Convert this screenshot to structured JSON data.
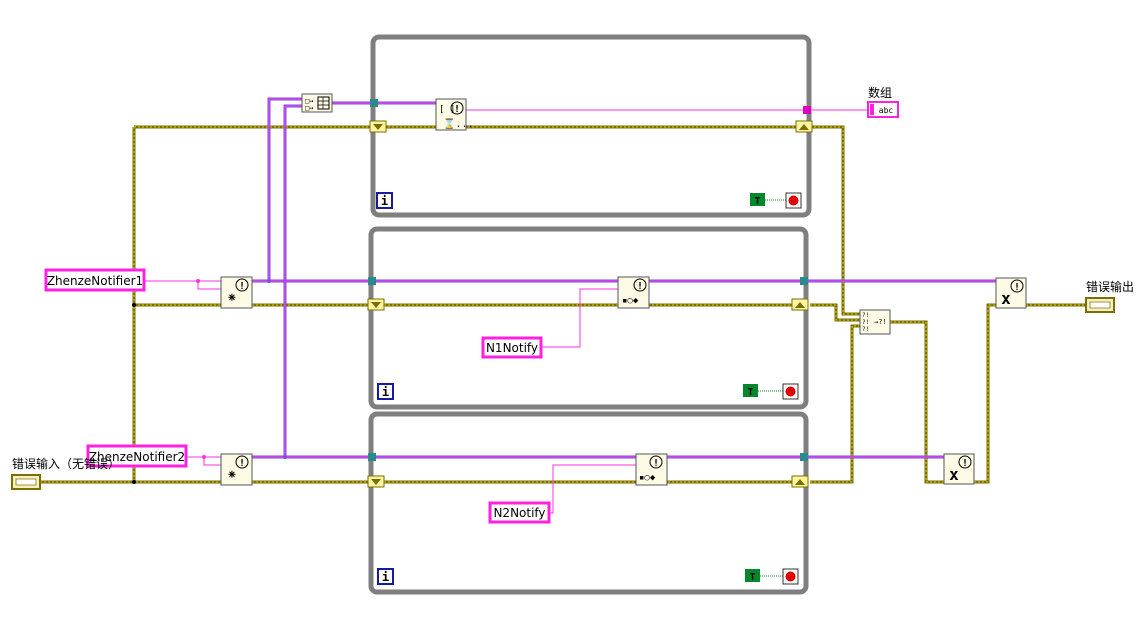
{
  "diagram": {
    "notifier_ref_1": "ZhenzeNotifier1",
    "notifier_ref_2": "ZhenzeNotifier2",
    "notify_1": "N1Notify",
    "notify_2": "N2Notify",
    "array_indicator_label": "数组",
    "error_in_label": "错误输入（无错误）",
    "error_out_label": "错误输出",
    "iteration_glyph": "i",
    "stop_true_glyph": "T",
    "string_indicator_glyph": "abc"
  },
  "colors": {
    "loop_border": "#7f7f7f",
    "error_wire": "#7a6f00",
    "reference_wire": "#7b4fd4",
    "string_wire": "#ff30e0",
    "iteration_terminal": "#1a1aa0",
    "stop_true": "#00882a",
    "stop_button": "#e00000"
  },
  "icons": [
    "merge-errors-icon",
    "wait-on-notification-icon",
    "send-notification-icon",
    "release-notifier-icon",
    "build-array-icon",
    "loop-stop-icon",
    "iteration-terminal-icon",
    "shift-register-icon"
  ]
}
